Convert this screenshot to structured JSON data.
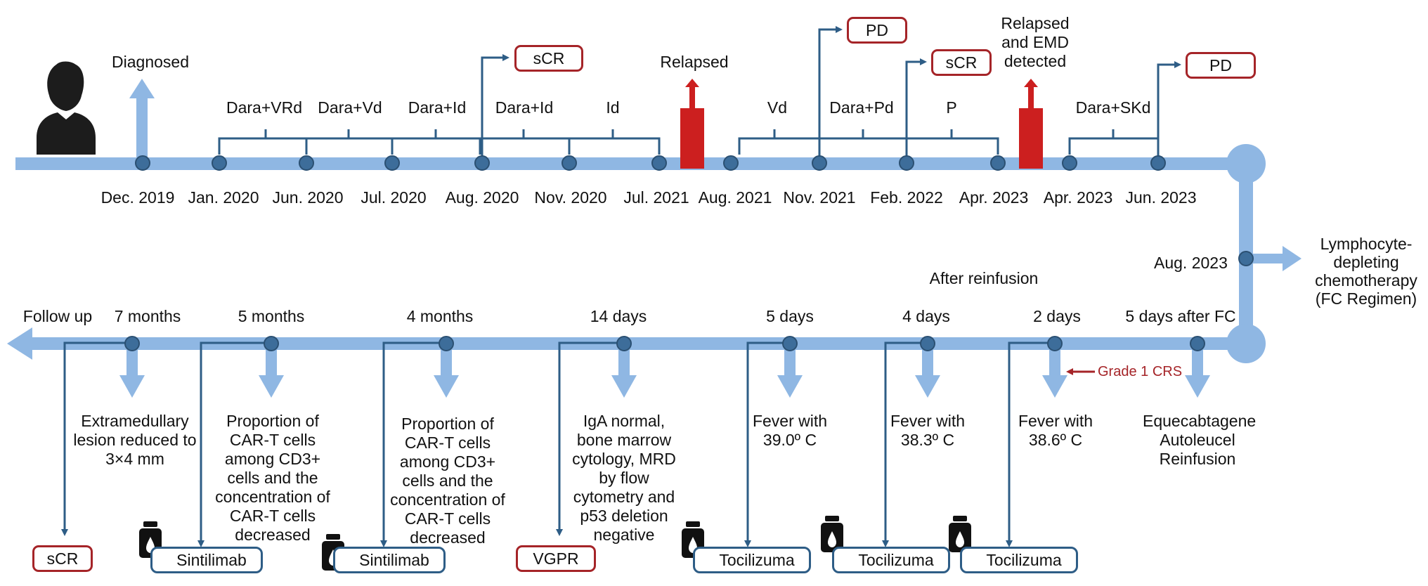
{
  "top_events": {
    "diagnosed": "Diagnosed",
    "relapsed": "Relapsed",
    "relapsed_emd": "Relapsed and EMD detected"
  },
  "regimens": [
    "Dara+VRd",
    "Dara+Vd",
    "Dara+Id",
    "Dara+Id",
    "Id",
    "Vd",
    "Dara+Pd",
    "P",
    "Dara+SKd"
  ],
  "top_dates": [
    "Dec. 2019",
    "Jan. 2020",
    "Jun. 2020",
    "Jul. 2020",
    "Aug. 2020",
    "Nov. 2020",
    "Jul. 2021",
    "Aug. 2021",
    "Nov. 2021",
    "Feb. 2022",
    "Apr. 2023",
    "Apr. 2023",
    "Jun. 2023"
  ],
  "top_responses": [
    "sCR",
    "PD",
    "sCR",
    "PD"
  ],
  "junction": {
    "date": "Aug. 2023",
    "procedure": "Lymphocyte-depleting chemotherapy (FC Regimen)"
  },
  "after_reinfusion": "After reinfusion",
  "bottom_timepoints": [
    "Follow up",
    "7 months",
    "5 months",
    "4 months",
    "14 days",
    "5 days",
    "4 days",
    "2 days",
    "5 days after FC"
  ],
  "bottom_events": [
    "Extramedullary lesion reduced to 3×4 mm",
    "Proportion of CAR-T cells among CD3+ cells and the concentration of CAR-T cells decreased",
    "Proportion of CAR-T cells among CD3+ cells and the concentration of CAR-T cells decreased",
    "IgA normal, bone marrow cytology, MRD by flow cytometry and p53 deletion negative",
    "Fever with 39.0º C",
    "Fever with 38.3º C",
    "Fever with 38.6º C",
    "Equecabtagene Autoleucel Reinfusion"
  ],
  "crs_annotation": "Grade 1 CRS",
  "bottom_responses": [
    "sCR",
    "VGPR"
  ],
  "drugs": [
    "Sintilimab",
    "Sintilimab",
    "Tocilizuma",
    "Tocilizuma",
    "Tocilizuma"
  ],
  "colors": {
    "timeline": "#8fb7e3",
    "node": "#3d6d9a",
    "line": "#2e5d86",
    "relapse": "#cc1f1f",
    "red_border": "#a52428",
    "icon": "#111111"
  }
}
